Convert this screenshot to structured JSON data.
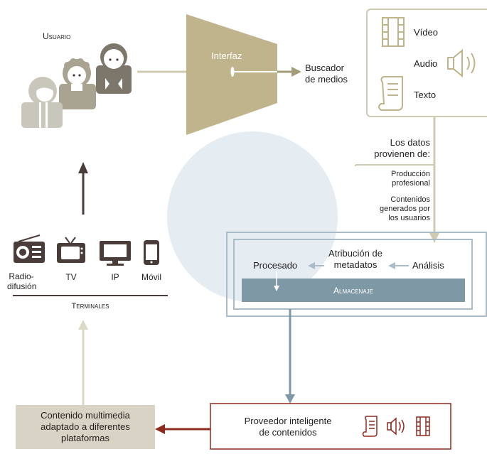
{
  "user": {
    "label": "Usuario"
  },
  "interface": {
    "label": "Interfaz"
  },
  "search": {
    "label_line1": "Buscador",
    "label_line2": "de medios"
  },
  "media_box": {
    "video": "Vídeo",
    "audio": "Audio",
    "text": "Texto",
    "icons": [
      "film-icon",
      "speaker-icon",
      "scroll-icon"
    ]
  },
  "data_sources": {
    "heading_line1": "Los datos",
    "heading_line2": "provienen de:",
    "items": [
      [
        "Producción",
        "profesional"
      ],
      [
        "Contenidos",
        "generados por",
        "los usuarios"
      ]
    ]
  },
  "processing": {
    "attribution_line1": "Atribución de",
    "attribution_line2": "metadatos",
    "processed": "Procesado",
    "analysis": "Análisis",
    "storage": "Almacenaje"
  },
  "terminals": {
    "title": "Terminales",
    "items": [
      {
        "label_line1": "Radio-",
        "label_line2": "difusión",
        "icon": "radio-icon"
      },
      {
        "label_line1": "TV",
        "label_line2": "",
        "icon": "tv-icon"
      },
      {
        "label_line1": "IP",
        "label_line2": "",
        "icon": "monitor-icon"
      },
      {
        "label_line1": "Móvil",
        "label_line2": "",
        "icon": "mobile-icon"
      }
    ]
  },
  "provider": {
    "label_line1": "Proveedor inteligente",
    "label_line2": "de contenidos"
  },
  "adapted": {
    "line1": "Contenido multimedia",
    "line2": "adaptado a diferentes",
    "line3": "plataformas"
  },
  "colors": {
    "olive": "#a49c78",
    "olive_light": "#cfcab2",
    "beige_fill": "#d8d3c4",
    "gray_blue": "#7f98a6",
    "light_blue_circle": "#e6edf2",
    "dark_red": "#8e2b1e",
    "dark_brown": "#4a3c38",
    "figure_gray": "#7c776a"
  }
}
